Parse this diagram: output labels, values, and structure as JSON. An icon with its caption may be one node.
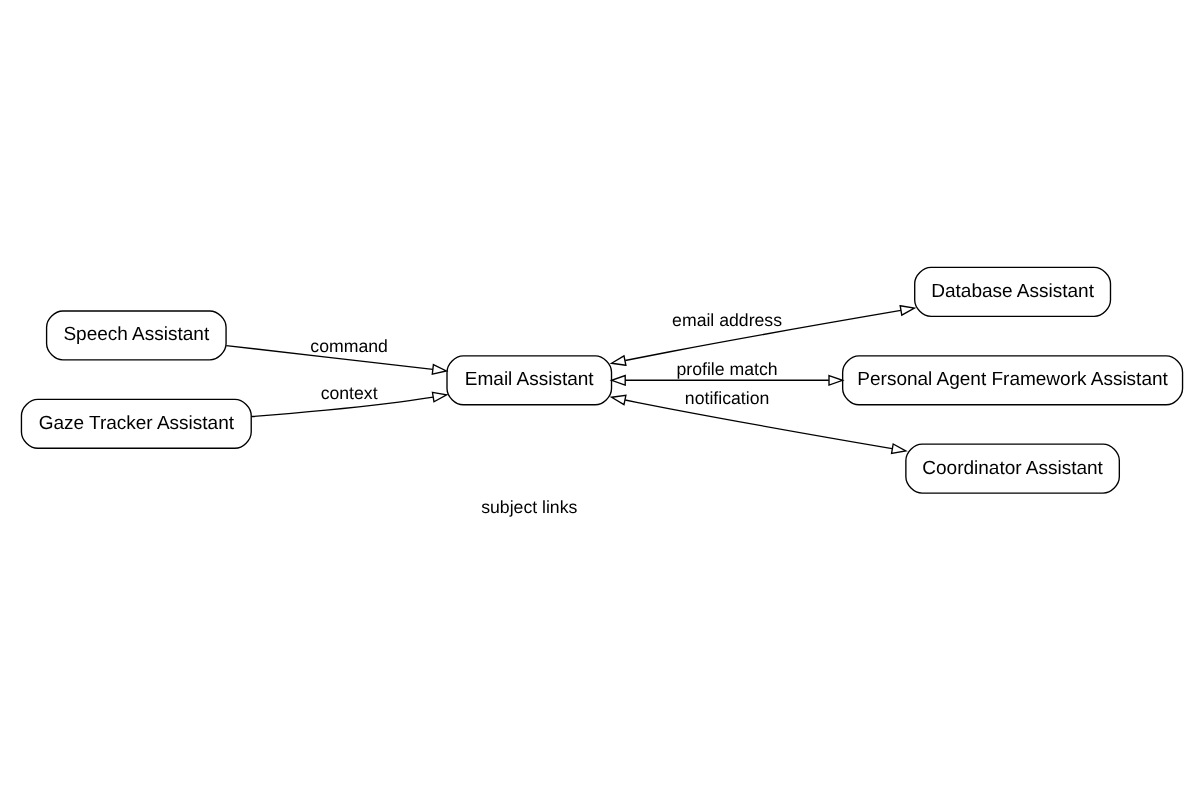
{
  "diagram": {
    "nodes": [
      {
        "text": [
          "Speech Assistant"
        ]
      },
      {
        "text": [
          "Gaze Tracker Assistant"
        ]
      },
      {
        "text": [
          "Email Assistant"
        ]
      },
      {
        "text": [
          "Database Assistant"
        ]
      },
      {
        "text": [
          "Personal Agent Framework Assistant"
        ]
      },
      {
        "text": [
          "Coordinator Assistant"
        ]
      }
    ],
    "edges": [
      {
        "from": 0,
        "to": 2,
        "arrow": "to",
        "label": "command"
      },
      {
        "from": 1,
        "to": 2,
        "arrow": "to",
        "label": "context"
      },
      {
        "from": 2,
        "to": 3,
        "arrow": "both",
        "label": "email address"
      },
      {
        "from": 2,
        "to": 4,
        "arrow": "both",
        "label": "profile match"
      },
      {
        "from": 2,
        "to": 5,
        "arrow": "both",
        "label": "notification"
      }
    ],
    "labels": [
      "subject links"
    ]
  }
}
